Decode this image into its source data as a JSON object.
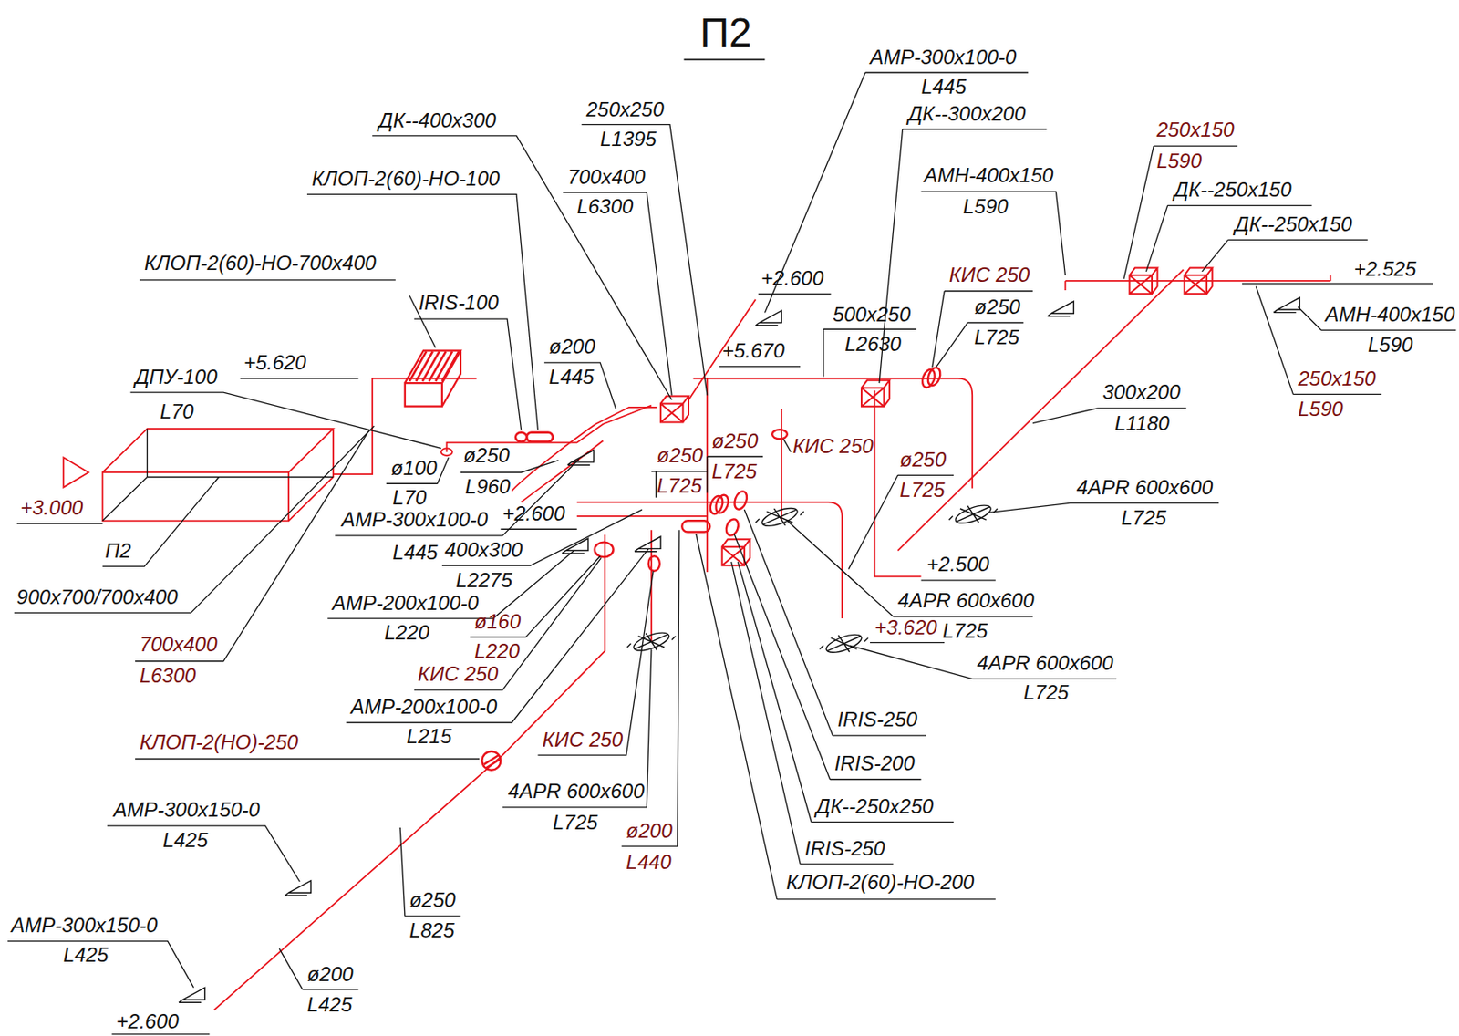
{
  "diagram": {
    "title": "П2",
    "labels": [
      "АМР-300x100-0",
      "L445",
      "ДК--400x300",
      "250x250",
      "L1395",
      "ДК--300x200",
      "250x150",
      "L590",
      "КЛОП-2(60)-НО-100",
      "700x400",
      "L6300",
      "АМН-400x150",
      "L590",
      "ДК--250x150",
      "ДК--250x150",
      "КЛОП-2(60)-НО-700x400",
      "+2.525",
      "+2.600",
      "КИС 250",
      "IRIS-100",
      "ø250",
      "L725",
      "500x250",
      "L2630",
      "АМН-400x150",
      "L590",
      "ø200",
      "L445",
      "+5.670",
      "+5.620",
      "ДПУ-100",
      "250x150",
      "L590",
      "300x200",
      "L1180",
      "L70",
      "ø250",
      "L725",
      "КИС 250",
      "ø250",
      "L725",
      "ø100",
      "L70",
      "ø250",
      "L960",
      "ø250",
      "L725",
      "4APR 600x600",
      "L725",
      "+3.000",
      "+2.600",
      "АМР-300x100-0",
      "L445",
      "400x300",
      "L2275",
      "П2",
      "+2.500",
      "АМР-200x100-0",
      "L220",
      "4APR 600x600",
      "L725",
      "ø160",
      "L220",
      "900x700/700x400",
      "+3.620",
      "700x400",
      "L6300",
      "4APR 600x600",
      "L725",
      "КИС 250",
      "АМР-200x100-0",
      "L215",
      "IRIS-250",
      "КЛОП-2(НО)-250",
      "КИС 250",
      "IRIS-200",
      "4APR 600x600",
      "L725",
      "ДК--250x250",
      "АМР-300x150-0",
      "L425",
      "ø200",
      "L440",
      "IRIS-250",
      "КЛОП-2(60)-НО-200",
      "ø250",
      "L825",
      "АМР-300x150-0",
      "L425",
      "ø200",
      "L425",
      "+2.600"
    ]
  }
}
